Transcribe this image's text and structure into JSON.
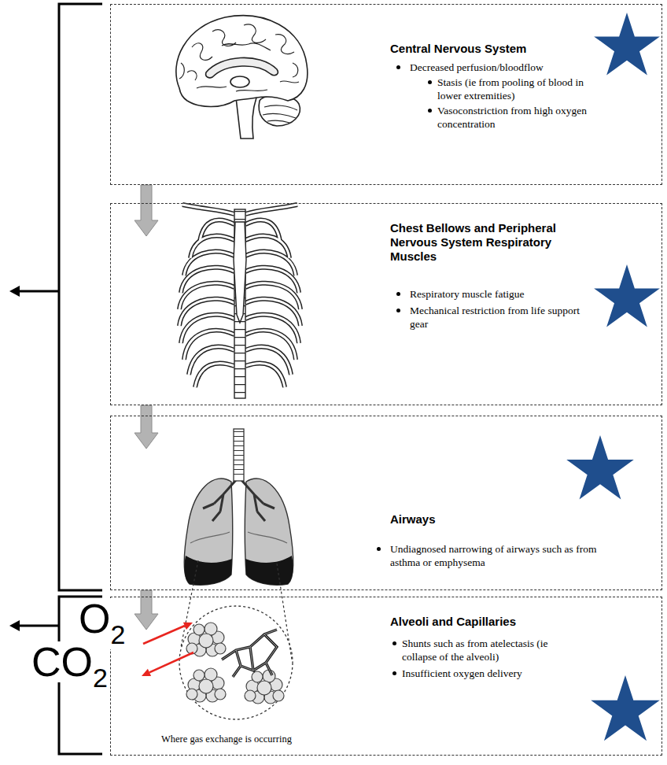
{
  "diagram": {
    "nodes": [
      {
        "text": [
          "Central Nervous System",
          "Decreased perfusion/bloodflow",
          "Stasis (ie from pooling of blood in lower extremities)",
          "Vasoconstriction from high oxygen concentration"
        ]
      },
      {
        "text": [
          "Chest Bellows and Peripheral Nervous System Respiratory Muscles",
          "Respiratory muscle fatigue",
          "Mechanical restriction from life support gear"
        ]
      },
      {
        "text": [
          "Airways",
          "Undiagnosed narrowing of airways such as from asthma or emphysema"
        ]
      },
      {
        "text": [
          "Alveoli and Capillaries",
          "Shunts such as from atelectasis (ie collapse of the alveoli)",
          "Insufficient oxygen delivery"
        ]
      }
    ],
    "edges": [
      {
        "from": 0,
        "to": 1,
        "arrow": "to"
      },
      {
        "from": 1,
        "to": 2,
        "arrow": "to"
      },
      {
        "from": 2,
        "to": 3,
        "arrow": "to"
      }
    ],
    "labels": [
      "O2",
      "CO2",
      "Where gas exchange is occurring"
    ]
  }
}
